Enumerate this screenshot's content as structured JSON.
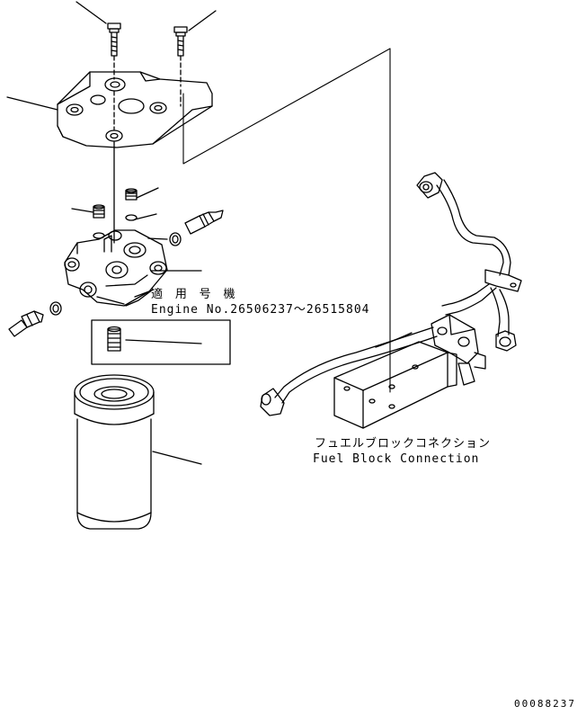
{
  "serial_label": {
    "jp": "適 用 号 機",
    "en": "Engine No.26506237～26515804"
  },
  "fuel_block": {
    "jp": "フュエルブロックコネクション",
    "en": "Fuel Block Connection"
  },
  "drawing_number": "00088237",
  "colors": {
    "line": "#000000",
    "background": "#ffffff"
  }
}
